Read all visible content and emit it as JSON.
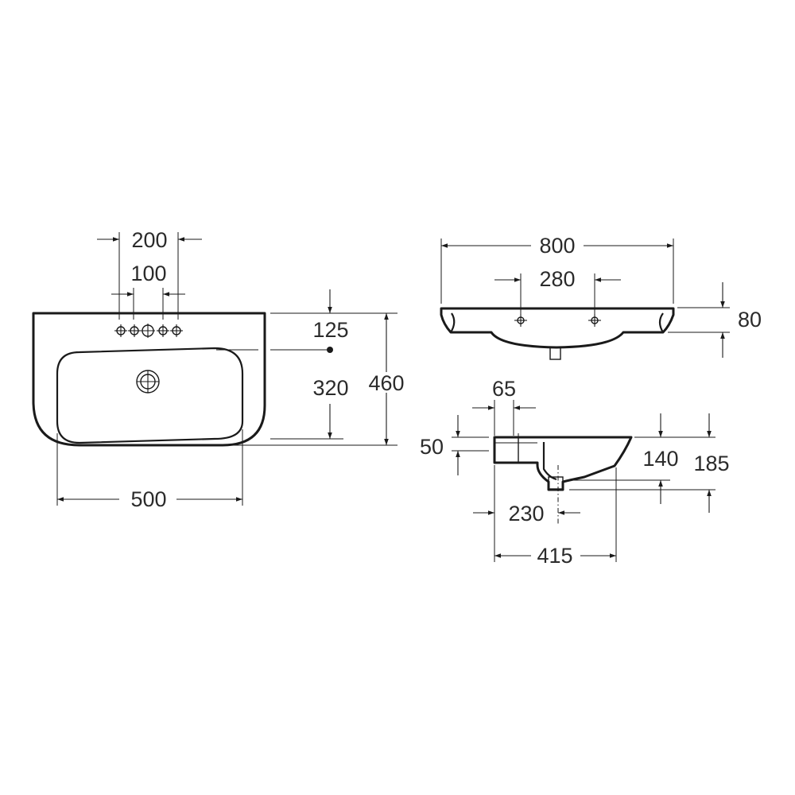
{
  "dimensions": {
    "tap_spacing_outer": "200",
    "tap_spacing_inner": "100",
    "back_to_tap_depth": "125",
    "tap_to_bowl_front": "320",
    "overall_depth": "460",
    "bowl_width": "500",
    "overall_width": "800",
    "tap_hole_spacing_front": "280",
    "rim_height_front": "80",
    "back_flange": "65",
    "rim_thickness": "50",
    "bowl_depth": "140",
    "overall_height_side": "185",
    "waste_offset": "230",
    "side_depth": "415"
  },
  "colors": {
    "line": "#1a1a1a",
    "text": "#2b2b2b",
    "background": "#ffffff"
  }
}
